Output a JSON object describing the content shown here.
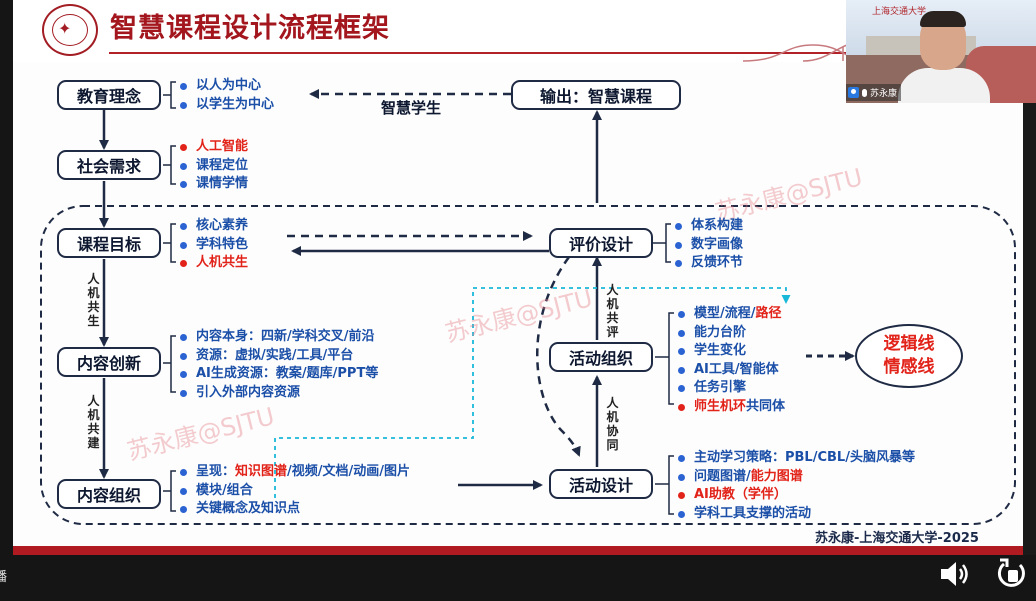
{
  "slide": {
    "title": "智慧课程设计流程框架",
    "footer": "苏永康-上海交通大学-2025",
    "watermark": "苏永康@SJTU"
  },
  "nodes": {
    "education_philosophy": "教育理念",
    "social_needs": "社会需求",
    "course_goal": "课程目标",
    "content_innovation": "内容创新",
    "content_organization": "内容组织",
    "output": "输出：智慧课程",
    "evaluation_design": "评价设计",
    "activity_organization": "活动组织",
    "activity_design": "活动设计",
    "logic_line_1": "逻辑线",
    "logic_line_2": "情感线"
  },
  "labels": {
    "smart_students": "智慧学生",
    "coexist_1": "人机共生",
    "coexist_2": "人机共建",
    "coeval": "人机共评",
    "cooperate": "人机协同"
  },
  "lists": {
    "philosophy": [
      "以人为中心",
      "以学生为中心"
    ],
    "social": [
      "人工智能",
      "课程定位",
      "课情学情"
    ],
    "goal": [
      "核心素养",
      "学科特色",
      "人机共生"
    ],
    "innovation": [
      "内容本身：四新/学科交叉/前沿",
      "资源：虚拟/实践/工具/平台",
      "AI生成资源：教案/题库/PPT等",
      "引入外部内容资源"
    ],
    "organization": {
      "item1_prefix": "呈现：",
      "item1_highlight": "知识图谱",
      "item1_suffix": "/视频/文档/动画/图片",
      "item2": "模块/组合",
      "item3": "关键概念及知识点"
    },
    "evaluation": [
      "体系构建",
      "数字画像",
      "反馈环节"
    ],
    "activity_org": {
      "item1_prefix": "模型/流程/",
      "item1_highlight": "路径",
      "item2": "能力台阶",
      "item3": "学生变化",
      "item4": "AI工具/智能体",
      "item5": "任务引擎",
      "item6_highlight": "师生机环",
      "item6_suffix": "共同体"
    },
    "activity_design": {
      "item1": "主动学习策略：PBL/CBL/头脑风暴等",
      "item2_prefix": "问题图谱/",
      "item2_highlight": "能力图谱",
      "item3": "AI助教（学伴）",
      "item4": "学科工具支撑的活动"
    }
  },
  "video": {
    "participant_name": "苏永康",
    "banner": "上海交通大学"
  },
  "player": {
    "left_edge_text": "播",
    "speaker_icon": "speaker-icon",
    "replay_icon": "replay-icon"
  },
  "colors": {
    "title_red": "#a3161d",
    "highlight_red": "#e2231a",
    "bullet_blue": "#1b4fa8",
    "node_border": "#1f2a44",
    "dashed_cyan": "#1ab8d8"
  }
}
